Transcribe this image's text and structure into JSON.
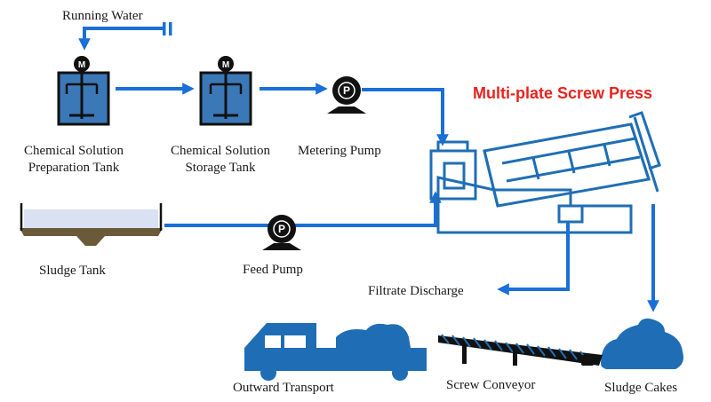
{
  "title": "Multi-plate Screw Press",
  "labels": {
    "running_water": "Running Water",
    "prep_tank_line1": "Chemical Solution",
    "prep_tank_line2": "Preparation Tank",
    "storage_tank_line1": "Chemical Solution",
    "storage_tank_line2": "Storage Tank",
    "metering_pump": "Metering Pump",
    "sludge_tank": "Sludge Tank",
    "feed_pump": "Feed Pump",
    "filtrate_discharge": "Filtrate Discharge",
    "outward_transport": "Outward Transport",
    "screw_conveyor": "Screw Conveyor",
    "sludge_cakes": "Sludge Cakes"
  },
  "symbols": {
    "motor": "M",
    "pump": "P"
  },
  "colors": {
    "pipe": "#1a6fd8",
    "equipment": "#1f6eb5",
    "title": "#e8231d"
  }
}
